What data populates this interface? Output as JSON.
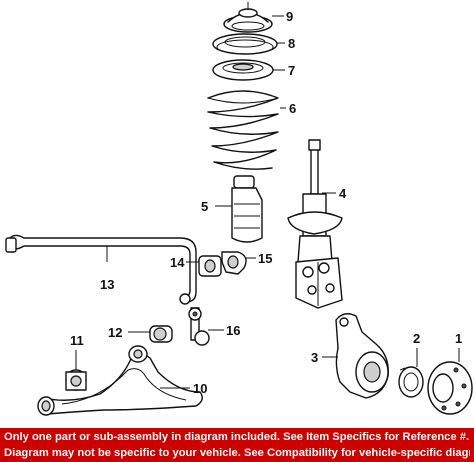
{
  "callouts": {
    "c1": "1",
    "c2": "2",
    "c3": "3",
    "c4": "4",
    "c5": "5",
    "c6": "6",
    "c7": "7",
    "c8": "8",
    "c9": "9",
    "c10": "10",
    "c11": "11",
    "c12": "12",
    "c13": "13",
    "c14": "14",
    "c15": "15",
    "c16": "16"
  },
  "footer": {
    "line1": "Only one part or sub-assembly in diagram included. See Item Specifics for Reference #.",
    "line2": "Diagram may not be specific to your vehicle. See Compatibility for vehicle-specific diagrams."
  },
  "colors": {
    "banner": "#cc0000",
    "banner_text": "#ffffff",
    "line": "#111111"
  }
}
